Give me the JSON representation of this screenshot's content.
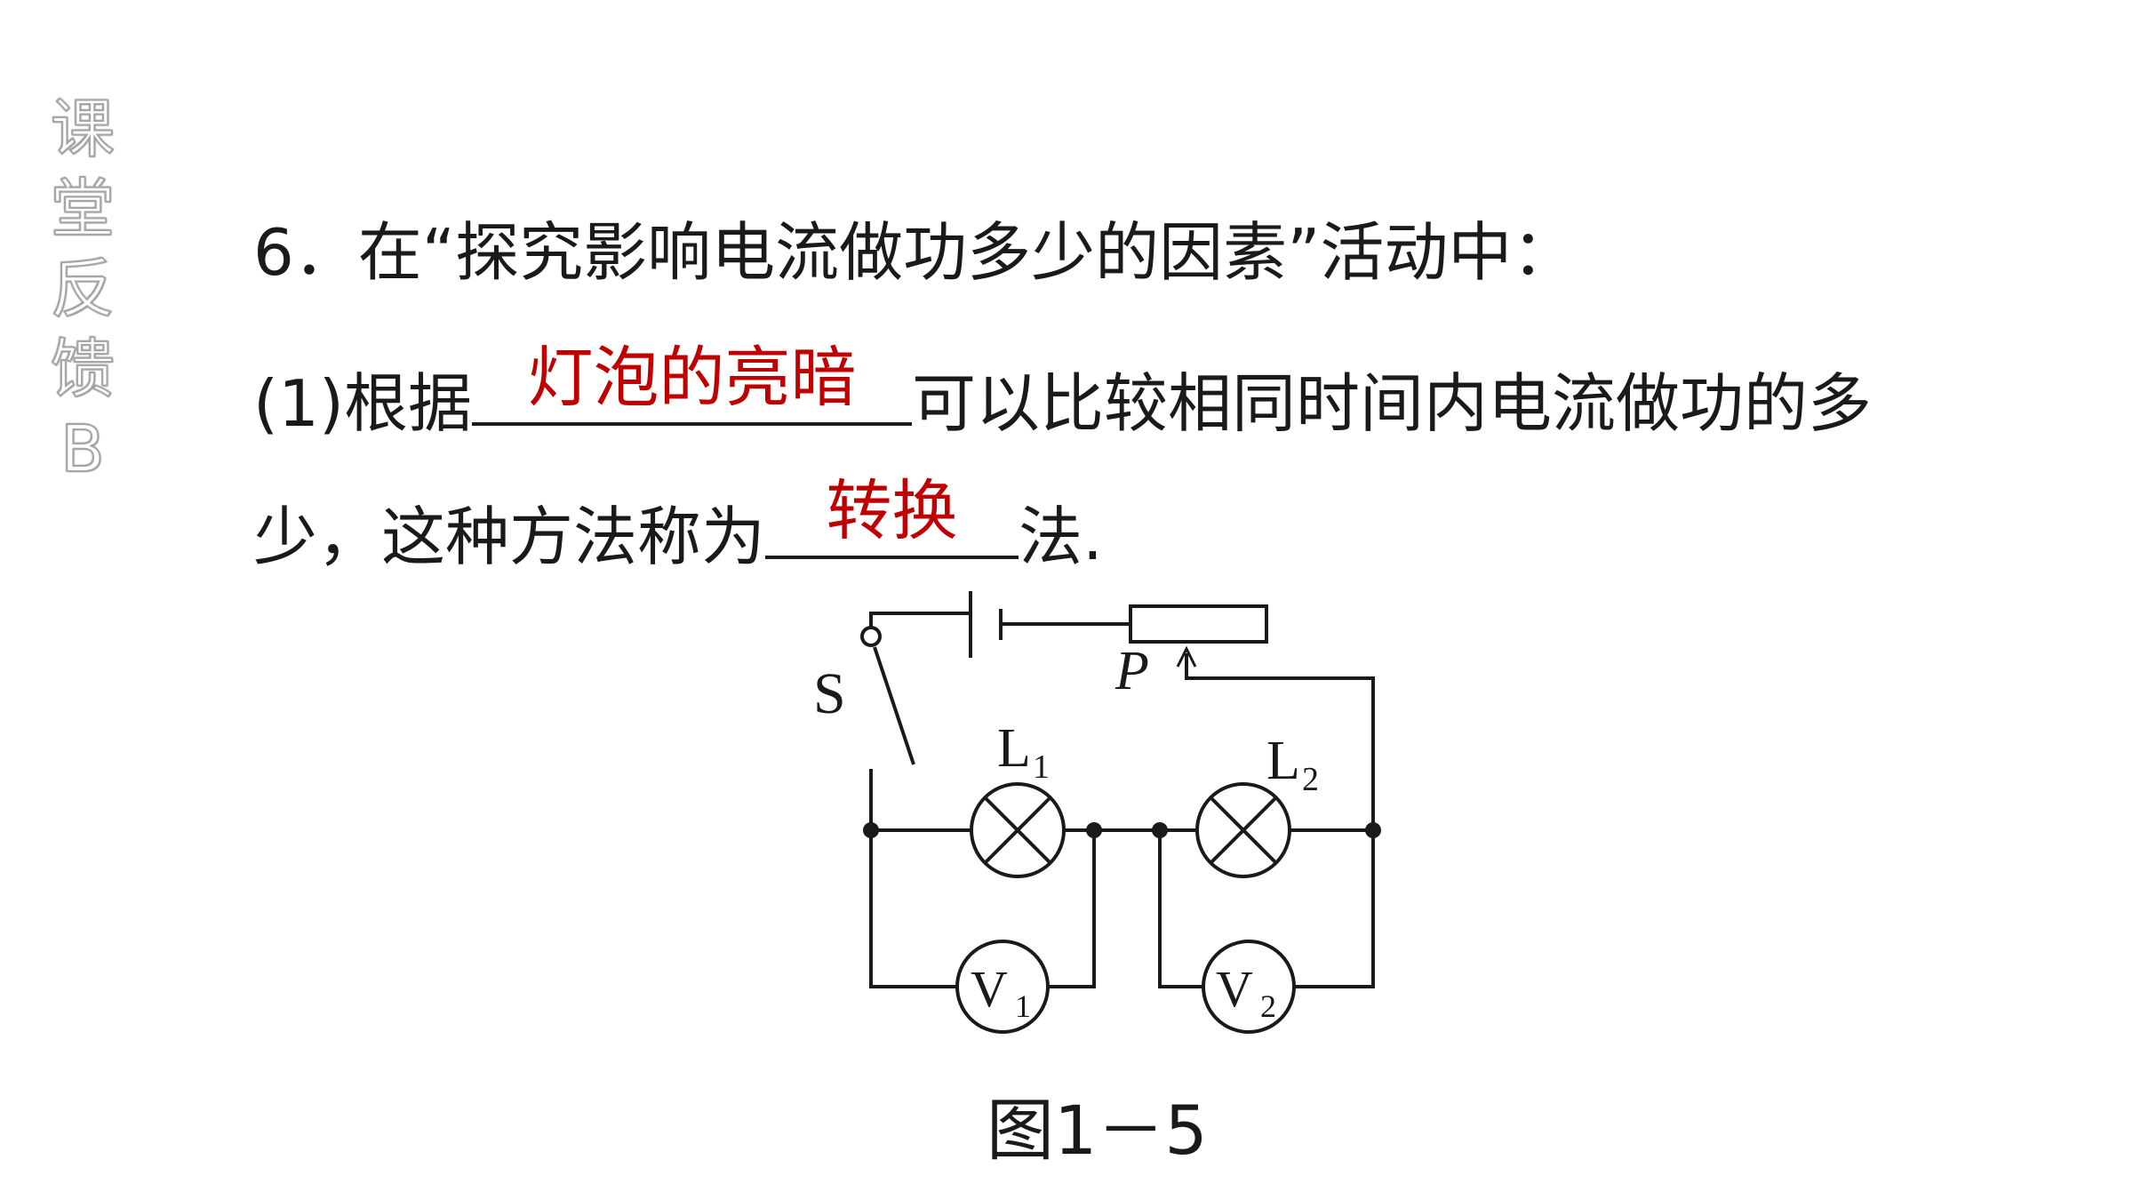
{
  "sidebar": {
    "chars": [
      "课",
      "堂",
      "反",
      "馈",
      "B"
    ]
  },
  "question": {
    "line1": "6．在“探究影响电流做功多少的因素”活动中：",
    "line2_prefix": "(1)根据",
    "answer1": "灯泡的亮暗",
    "line2_suffix": "可以比较相同时间内电流做功的多",
    "line3_prefix": "少，这种方法称为",
    "answer2": "转换",
    "line3_suffix": "法."
  },
  "figure": {
    "labels": {
      "switch": "S",
      "slider": "P",
      "lamp1": "L",
      "lamp1_sub": "1",
      "lamp2": "L",
      "lamp2_sub": "2",
      "volt1": "V",
      "volt1_sub": "1",
      "volt2": "V",
      "volt2_sub": "2"
    },
    "caption": "图1－5"
  }
}
